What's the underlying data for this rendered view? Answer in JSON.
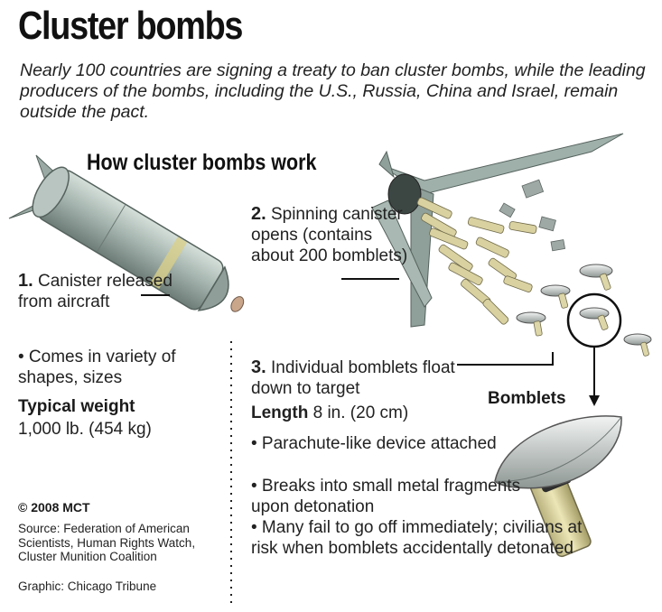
{
  "title": "Cluster bombs",
  "intro": "Nearly 100 countries are signing a treaty to ban cluster bombs, while the leading producers of the bombs, including the U.S., Russia, China and Israel, remain outside the pact.",
  "how_title": "How cluster bombs work",
  "step1": {
    "num": "1.",
    "text": "Canister released from aircraft",
    "bullet": "• Comes in variety of shapes, sizes",
    "weight_label": "Typical weight",
    "weight_value": "1,000 lb. (454 kg)"
  },
  "step2": {
    "num": "2.",
    "text": "Spinning canister opens (contains about 200 bomblets)"
  },
  "step3": {
    "num": "3.",
    "text": "Individual bomblets float down to target",
    "length_label": "Length",
    "length_value": "8 in. (20 cm)",
    "bullets": [
      "• Parachute-like device attached",
      "• Breaks into small metal fragments upon detonation",
      "• Many fail to go off immediately; civilians at risk when bomblets accidentally detonated"
    ]
  },
  "bomblets_label": "Bomblets",
  "copyright": "© 2008 MCT",
  "source": "Source: Federation of American Scientists, Human Rights Watch, Cluster Munition Coalition",
  "graphic": "Graphic: Chicago Tribune",
  "colors": {
    "canister": "#a9b8b2",
    "bomblet_body": "#d9d2a2",
    "leader_line": "#111111"
  }
}
